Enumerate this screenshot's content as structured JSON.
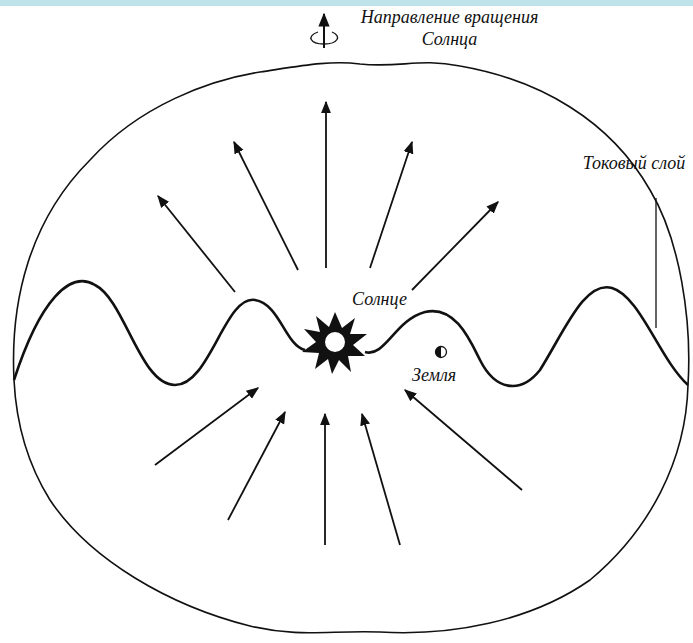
{
  "diagram": {
    "labels": [
      "Направление вращения Солнца",
      "Токовый слой",
      "Солнце",
      "Земля"
    ]
  }
}
